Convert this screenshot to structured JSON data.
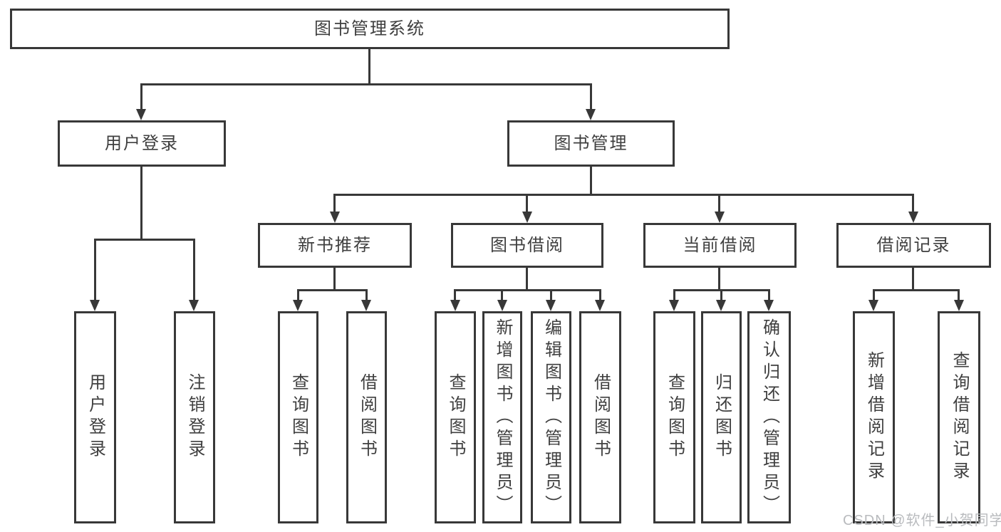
{
  "colors": {
    "line": "#383838",
    "text": "#3f3f3f",
    "watermark": "#b9bbbe",
    "background": "#ffffff"
  },
  "watermark": "CSDN @软件_小贺同学",
  "tree": {
    "label": "图书管理系统",
    "children": [
      {
        "label": "用户登录",
        "children": [
          {
            "label": "用户登录"
          },
          {
            "label": "注销登录"
          }
        ]
      },
      {
        "label": "图书管理",
        "children": [
          {
            "label": "新书推荐",
            "children": [
              {
                "label": "查询图书"
              },
              {
                "label": "借阅图书"
              }
            ]
          },
          {
            "label": "图书借阅",
            "children": [
              {
                "label": "查询图书"
              },
              {
                "label": "新增图书（管理员）"
              },
              {
                "label": "编辑图书（管理员）"
              },
              {
                "label": "借阅图书"
              }
            ]
          },
          {
            "label": "当前借阅",
            "children": [
              {
                "label": "查询图书"
              },
              {
                "label": "归还图书"
              },
              {
                "label": "确认归还（管理员）"
              }
            ]
          },
          {
            "label": "借阅记录",
            "children": [
              {
                "label": "新增借阅记录"
              },
              {
                "label": "查询借阅记录"
              }
            ]
          }
        ]
      }
    ]
  }
}
